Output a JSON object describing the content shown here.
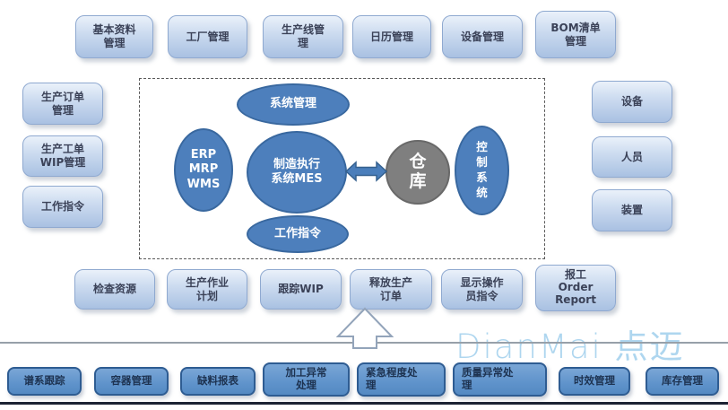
{
  "watermark": "DianMai 点迈",
  "top_row": {
    "items": [
      "基本资料\n管理",
      "工厂管理",
      "生产线管\n理",
      "日历管理",
      "设备管理",
      "BOM清单\n管理"
    ]
  },
  "left_column": {
    "items": [
      "生产订单\n管理",
      "生产工单\nWIP管理",
      "工作指令"
    ]
  },
  "right_column": {
    "items": [
      "设备",
      "人员",
      "装置"
    ]
  },
  "diagram": {
    "system_mgmt": "系统管理",
    "erp": "ERP\nMRP\nWMS",
    "mes": "制造执行\n系统MES",
    "warehouse": "仓\n库",
    "control_system": "控\n制\n系\n统",
    "work_instruction": "工作指令"
  },
  "bottom_row": {
    "items": [
      "检查资源",
      "生产作业\n计划",
      "跟踪WIP",
      "释放生产\n订单",
      "显示操作\n员指令",
      "报工\nOrder\nReport"
    ]
  },
  "bottom_bar": {
    "items": [
      "谱系跟踪",
      "容器管理",
      "缺料报表",
      "加工异常\n处理",
      "紧急程度处\n理",
      "质量异常处\n理",
      "时效管理",
      "库存管理"
    ]
  },
  "colors": {
    "node_fill_top": "#eaf1fa",
    "node_fill_bottom": "#a9c1e2",
    "ellipse_fill": "#4d7fbc",
    "warehouse_fill": "#7f7f7f",
    "bar_fill": "#5f93cb",
    "bar_border": "#2e5c92",
    "watermark_color": "#aed6ef"
  }
}
